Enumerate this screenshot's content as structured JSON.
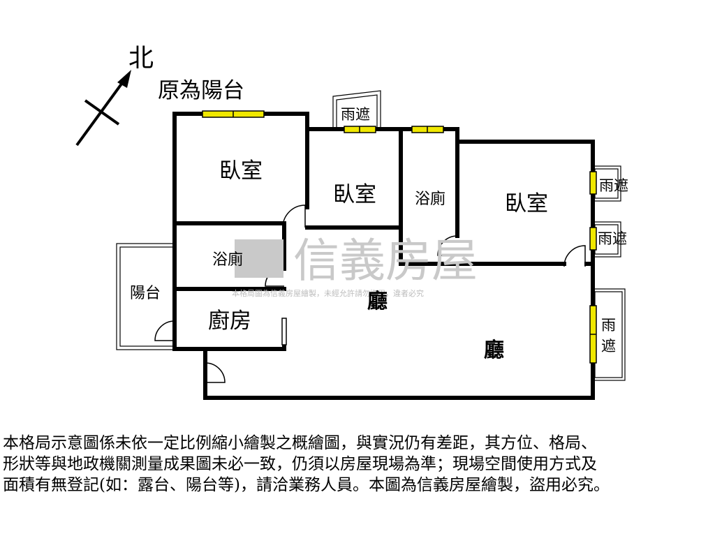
{
  "compass": {
    "north_label": "北"
  },
  "annotations": {
    "former_balcony": "原為陽台"
  },
  "rooms": {
    "bedroom_1": "臥室",
    "bedroom_2": "臥室",
    "bedroom_3": "臥室",
    "bathroom_1": "浴廁",
    "bathroom_2": "浴廁",
    "kitchen": "廚房",
    "balcony": "陽台",
    "living_room_1": "廳",
    "living_room_2": "廳"
  },
  "canopies": {
    "top": "雨遮",
    "right_1": "雨遮",
    "right_2": "雨遮",
    "right_3_line1": "雨",
    "right_3_line2": "遮"
  },
  "watermark": {
    "brand": "信義房屋",
    "notice": "本格局圖為信義房屋繪製，未經允許請勿盜用，違者必究"
  },
  "disclaimer": [
    "本格局示意圖係未依一定比例縮小繪製之概繪圖，與實況仍有差距，其方位、格局、",
    "形狀等與地政機關測量成果圖未必一致，仍須以房屋現場為準；現場空間使用方式及",
    "面積有無登記(如：露台、陽台等)，請洽業務人員。本圖為信義房屋繪製，盜用必究。"
  ],
  "colors": {
    "wall": "#000000",
    "window": "#f0e800",
    "watermark": "#c9c9c9"
  }
}
